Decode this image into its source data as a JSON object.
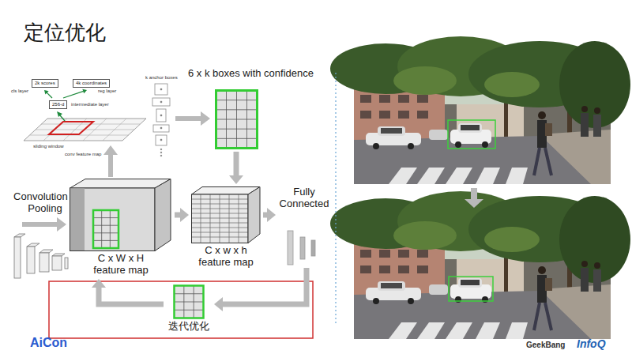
{
  "diagram": {
    "title": "定位优化",
    "nodes": [
      {
        "text": [
          "2k scores"
        ]
      },
      {
        "text": [
          "4k coordinates"
        ]
      },
      {
        "text": [
          "256-d"
        ]
      },
      {
        "text": [
          "6 x k boxes with confidence"
        ]
      },
      {
        "text": [
          "C x W x H feature map"
        ]
      },
      {
        "text": [
          "C x w x h feature map"
        ]
      },
      {
        "text": [
          "Fully Connected"
        ]
      },
      {
        "text": [
          "迭代优化"
        ]
      }
    ],
    "edges": [
      {
        "from": 2,
        "to": 0,
        "arrow": "to"
      },
      {
        "from": 2,
        "to": 1,
        "arrow": "to"
      },
      {
        "from": 3,
        "to": 5,
        "arrow": "to"
      },
      {
        "from": 4,
        "to": 5,
        "arrow": "to"
      },
      {
        "from": 5,
        "to": 6,
        "arrow": "to"
      },
      {
        "from": 6,
        "to": 7,
        "arrow": "to"
      },
      {
        "from": 7,
        "to": 4,
        "arrow": "to"
      }
    ],
    "labels": [
      "cls layer",
      "reg layer",
      "intermediate layer",
      "k anchor boxes",
      "sliding window",
      "conv feature map",
      "Convolution + Pooling",
      "AiCon",
      "GeekBang",
      "InfoQ"
    ]
  }
}
